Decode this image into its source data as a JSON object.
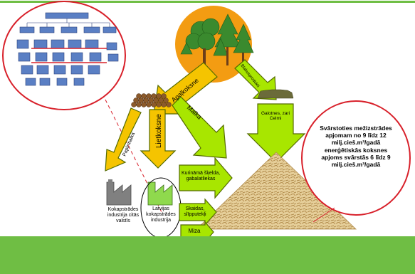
{
  "colors": {
    "band": "#6fbe44",
    "arrow_yellow": "#f5c400",
    "arrow_green": "#a8e600",
    "arrow_outline": "#556b00",
    "circle_orange": "#f39c12",
    "tree_green": "#3a8a2e",
    "pile_brown": "#8b5a2b",
    "red_outline": "#d8202a",
    "org_box": "#5a7fc4",
    "factory_grey": "#808080",
    "factory_green": "#8fd94d",
    "pyramid": "#e2c68f"
  },
  "labels": {
    "apalkoksne": "Apaļkoksne",
    "blakusprodukti": "Blakusprodukti",
    "papirmalka": "Papīrmalka",
    "lietkoksne": "Lietkoksne",
    "malka": "Malka",
    "galotnes_line1": "Galotnes, zari",
    "galotnes_line2": "Celmi",
    "kurinama_line1": "Kurināmā šķelda,",
    "kurinama_line2": "gabalatliekas",
    "skaidas_line1": "Skaidas,",
    "skaidas_line2": "slīpputekļi",
    "miza": "Miza",
    "kokapstrades_abroad_line1": "Kokapstrādes",
    "kokapstrades_abroad_line2": "industrija citās",
    "kokapstrades_abroad_line3": "valstīs",
    "latvijas_line1": "Latvijas",
    "latvijas_line2": "kokapstrādes",
    "latvijas_line3": "industrija",
    "note_line1": "Svārstoties mežizstrādes",
    "note_line2": "apjomam no 9 līdz 12",
    "note_line3": "milj.cieš.m³/gadā",
    "note_line4": "enerģētiskās koksnes",
    "note_line5": "apjoms svārstās 6 līdz 9",
    "note_line6": "milj.cieš.m³/gadā"
  }
}
